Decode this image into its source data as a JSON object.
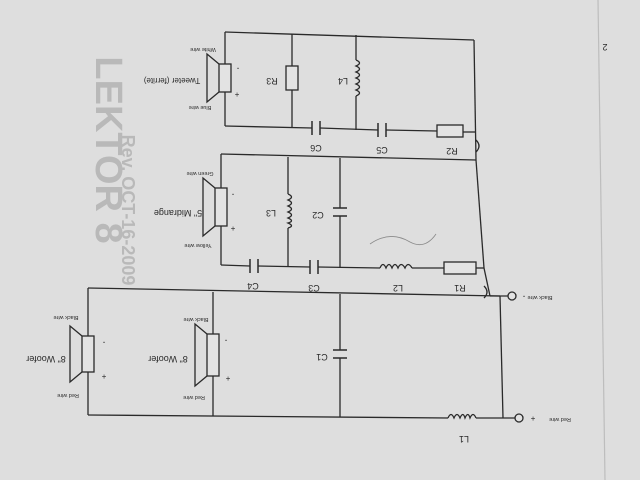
{
  "page_number": "2",
  "watermark": {
    "title": "LEKTOR 8",
    "revision": "Rev. OCT-16-2009"
  },
  "colors": {
    "paper": "#e4e4e4",
    "ink": "#2a2a2a",
    "ghost": "#b9b9b9"
  },
  "drivers": {
    "tweeter": {
      "name": "Tweeter (ferrite)",
      "top_wire": "White wire",
      "bottom_wire": "Blue wire",
      "minus": "-",
      "plus": "+"
    },
    "midrange": {
      "name": "5\" Midrange",
      "top_wire": "Green wire",
      "bottom_wire": "Yellow wire",
      "minus": "-",
      "plus": "+"
    },
    "woofer_inner": {
      "name": "8\" Woofer",
      "top_wire": "Black wire",
      "bottom_wire": "Red wire",
      "minus": "-",
      "plus": "+"
    },
    "woofer_outer": {
      "name": "8\" Woofer",
      "top_wire": "Black wire",
      "bottom_wire": "Red wire",
      "minus": "-",
      "plus": "+"
    }
  },
  "components": {
    "R1": "R1",
    "R2": "R2",
    "R3": "R3",
    "C1": "C1",
    "C2": "C2",
    "C3": "C3",
    "C4": "C4",
    "C5": "C5",
    "C6": "C6",
    "L1": "L1",
    "L2": "L2",
    "L3": "L3",
    "L4": "L4"
  },
  "inputs": {
    "positive": {
      "wire": "Red wire",
      "sign": "+"
    },
    "negative": {
      "wire": "Black wire",
      "sign": "-"
    }
  }
}
